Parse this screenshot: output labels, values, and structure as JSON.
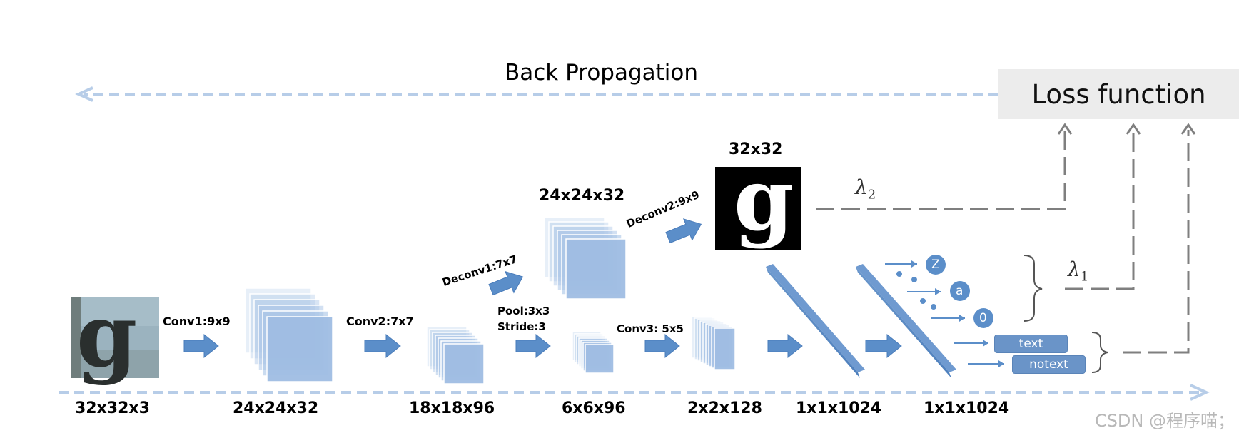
{
  "header": {
    "back_propagation": "Back Propagation",
    "loss_function": "Loss function"
  },
  "dimensions": {
    "input": "32x32x3",
    "conv1_out": "24x24x32",
    "conv2_out": "18x18x96",
    "pool_out": "6x6x96",
    "conv3_out": "2x2x128",
    "fc1": "1x1x1024",
    "fc2": "1x1x1024"
  },
  "operations": {
    "conv1": "Conv1:9x9",
    "conv2": "Conv2:7x7",
    "pool_line1": "Pool:3x3",
    "pool_line2": "Stride:3",
    "conv3": "Conv3: 5x5",
    "deconv1": "Deconv1:7x7",
    "deconv2": "Deconv2:9x9"
  },
  "decoder": {
    "deconv1_out": "24x24x32",
    "deconv2_out": "32x32"
  },
  "outputs": {
    "chars": [
      "Z",
      "a",
      "0"
    ],
    "text": "text",
    "notext": "notext"
  },
  "lambdas": {
    "l2_base": "λ",
    "l2_sub": "2",
    "l1_base": "λ",
    "l1_sub": "1"
  },
  "images": {
    "input_glyph": "g",
    "reconstruction_glyph": "g"
  },
  "watermark": "CSDN @程序喵；",
  "colors": {
    "block_fill": "#a9c4e6",
    "block_front": "#9fbde3",
    "arrow": "#5b8ec9",
    "dashed_blue": "#b7cde8",
    "dashed_gray": "#7f7f7f",
    "pill": "#6a94c8"
  }
}
